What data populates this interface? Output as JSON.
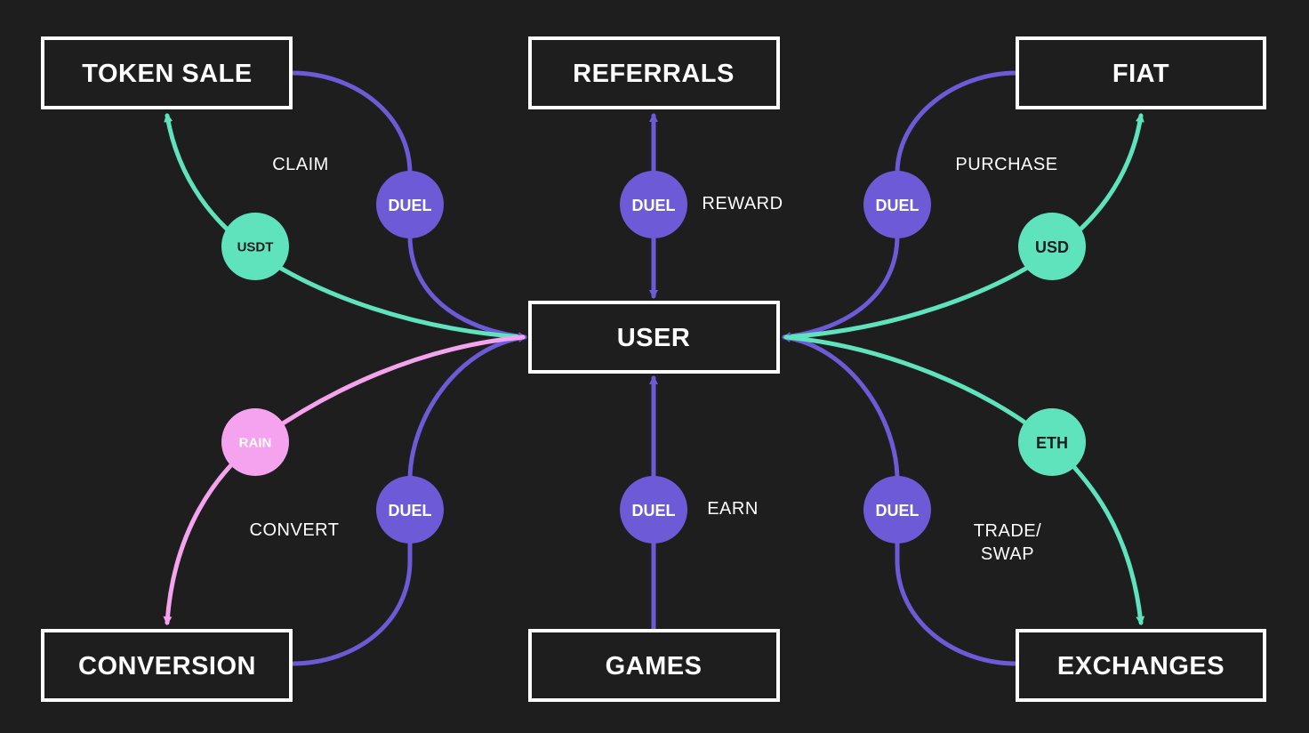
{
  "colors": {
    "background": "#1e1e1e",
    "box_border": "#ffffff",
    "duel": "#6c5ad6",
    "usd": "#5fe3bd",
    "rain": "#f5a3ee"
  },
  "nodes": {
    "token_sale": "TOKEN SALE",
    "referrals": "REFERRALS",
    "fiat": "FIAT",
    "user": "USER",
    "conversion": "CONVERSION",
    "games": "GAMES",
    "exchanges": "EXCHANGES"
  },
  "tokens": {
    "duel": "DUEL",
    "usdt": "USDT",
    "usd": "USD",
    "rain": "RAIN",
    "eth": "ETH"
  },
  "edge_labels": {
    "claim": "CLAIM",
    "reward": "REWARD",
    "purchase": "PURCHASE",
    "convert": "CONVERT",
    "earn": "EARN",
    "trade_line1": "TRADE/",
    "trade_line2": "SWAP"
  }
}
